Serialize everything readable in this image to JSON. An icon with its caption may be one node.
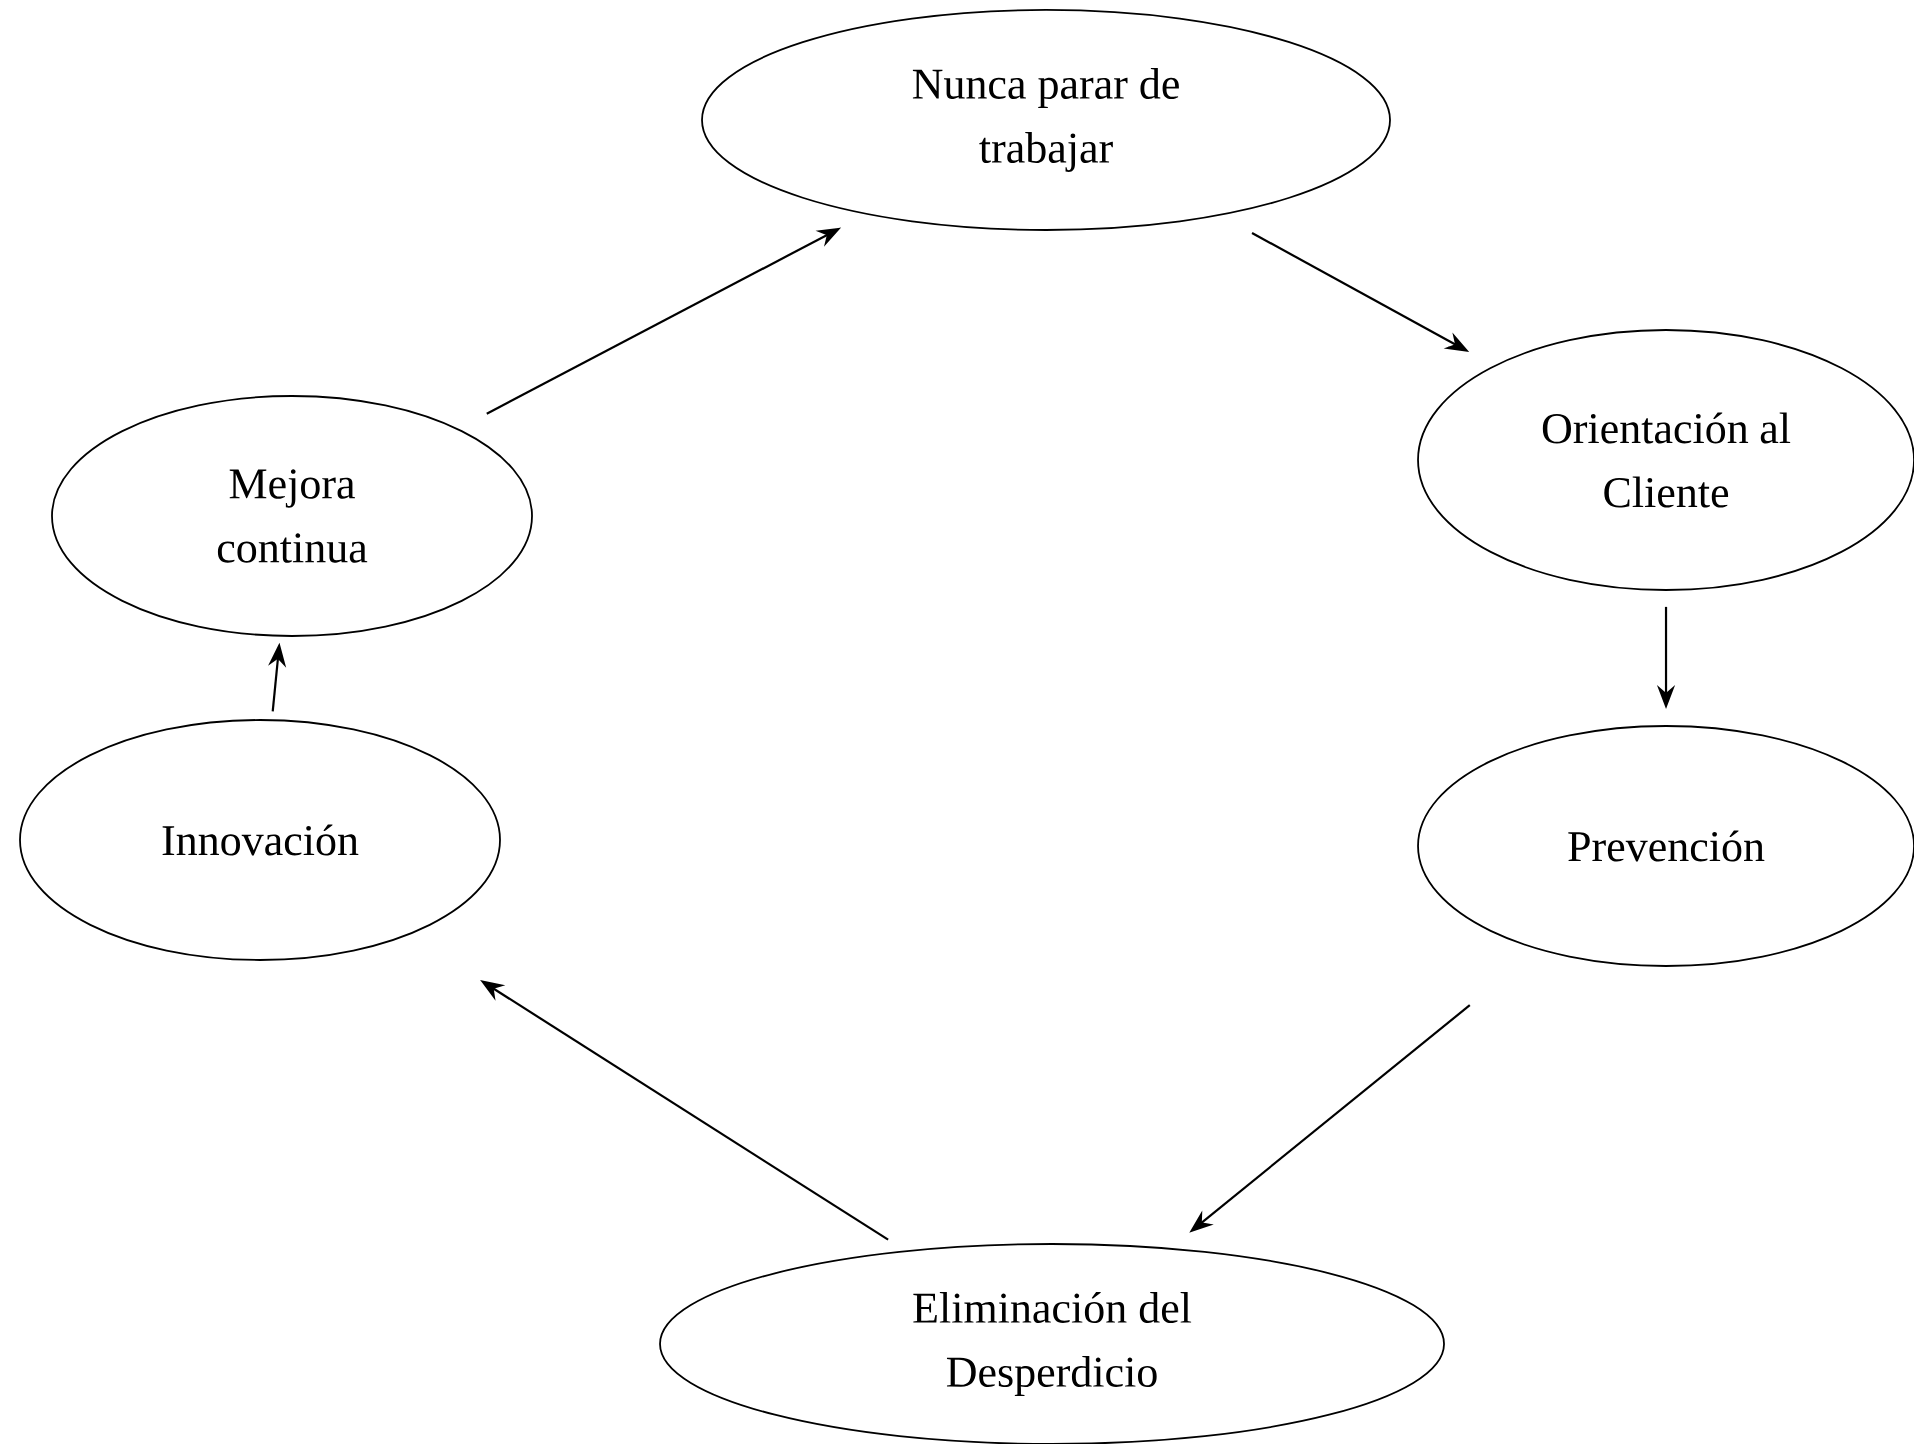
{
  "diagram": {
    "nodes": [
      {
        "text": [
          "Nunca parar de trabajar"
        ]
      },
      {
        "text": [
          "Orientación al Cliente"
        ]
      },
      {
        "text": [
          "Prevención"
        ]
      },
      {
        "text": [
          "Eliminación del Desperdicio"
        ]
      },
      {
        "text": [
          "Innovación"
        ]
      },
      {
        "text": [
          "Mejora continua"
        ]
      }
    ],
    "edges": [
      {
        "from": 0,
        "to": 1,
        "arrow": "to"
      },
      {
        "from": 1,
        "to": 2,
        "arrow": "to"
      },
      {
        "from": 2,
        "to": 3,
        "arrow": "to"
      },
      {
        "from": 3,
        "to": 4,
        "arrow": "to"
      },
      {
        "from": 4,
        "to": 5,
        "arrow": "to"
      },
      {
        "from": 5,
        "to": 0,
        "arrow": "to"
      }
    ]
  }
}
